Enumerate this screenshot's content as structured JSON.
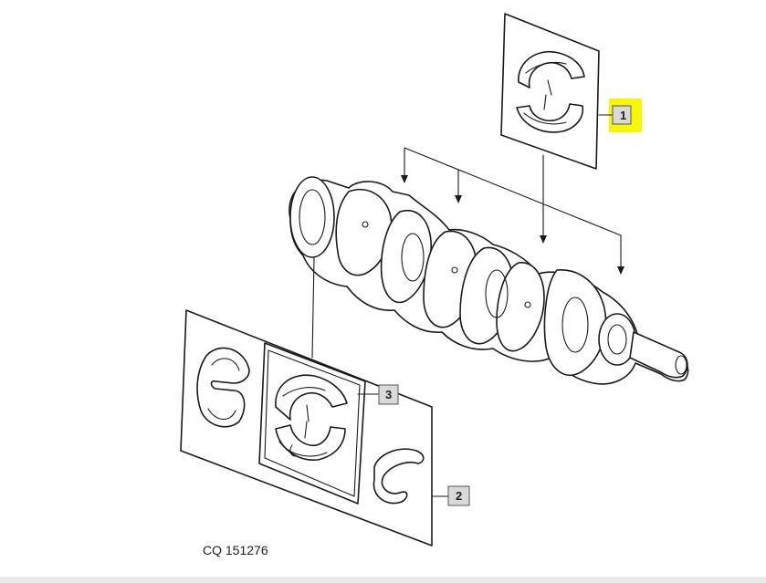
{
  "diagram": {
    "callouts": [
      {
        "label": "1",
        "highlighted": true
      },
      {
        "label": "2",
        "highlighted": false
      },
      {
        "label": "3",
        "highlighted": false
      }
    ],
    "caption": "CQ 151276",
    "highlight_color": "#f7f700"
  }
}
